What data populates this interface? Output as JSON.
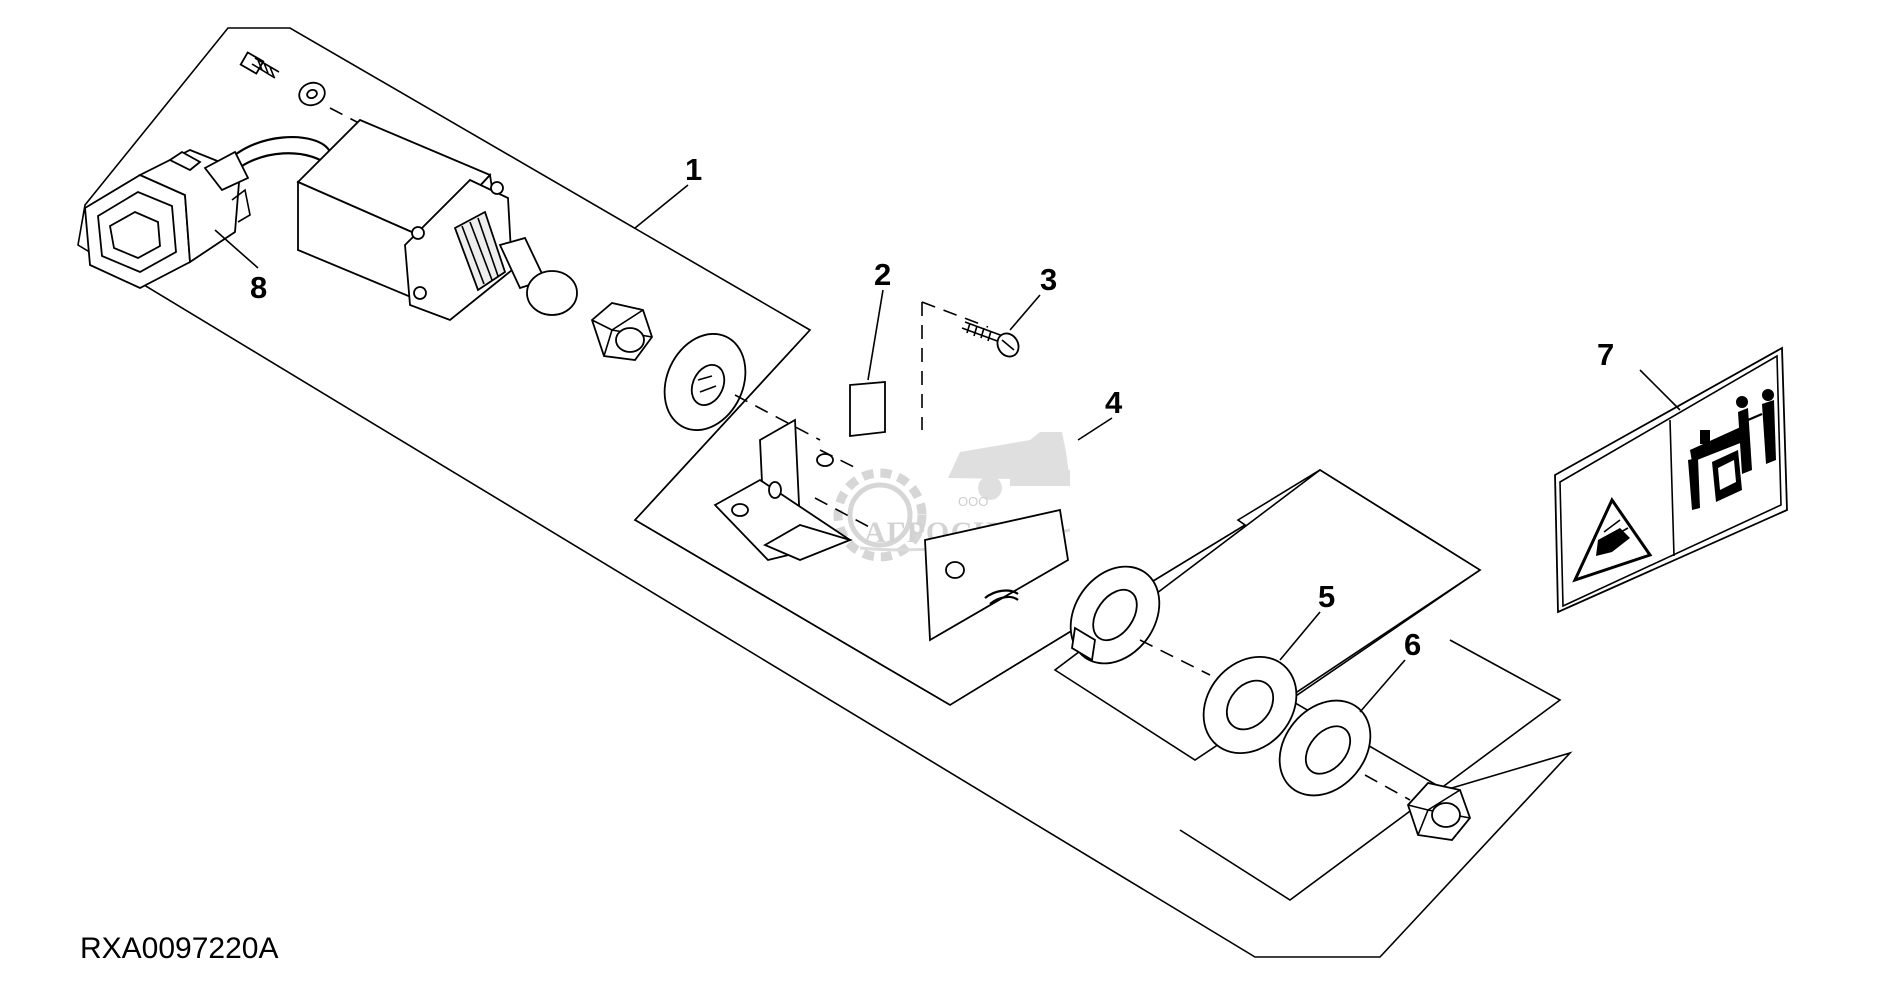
{
  "figure": {
    "id": "RXA0097220A",
    "callouts": [
      "1",
      "2",
      "3",
      "4",
      "5",
      "6",
      "7",
      "8"
    ]
  },
  "watermark": {
    "company_prefix": "ООО",
    "company_name": "АГРОСНАБ"
  }
}
